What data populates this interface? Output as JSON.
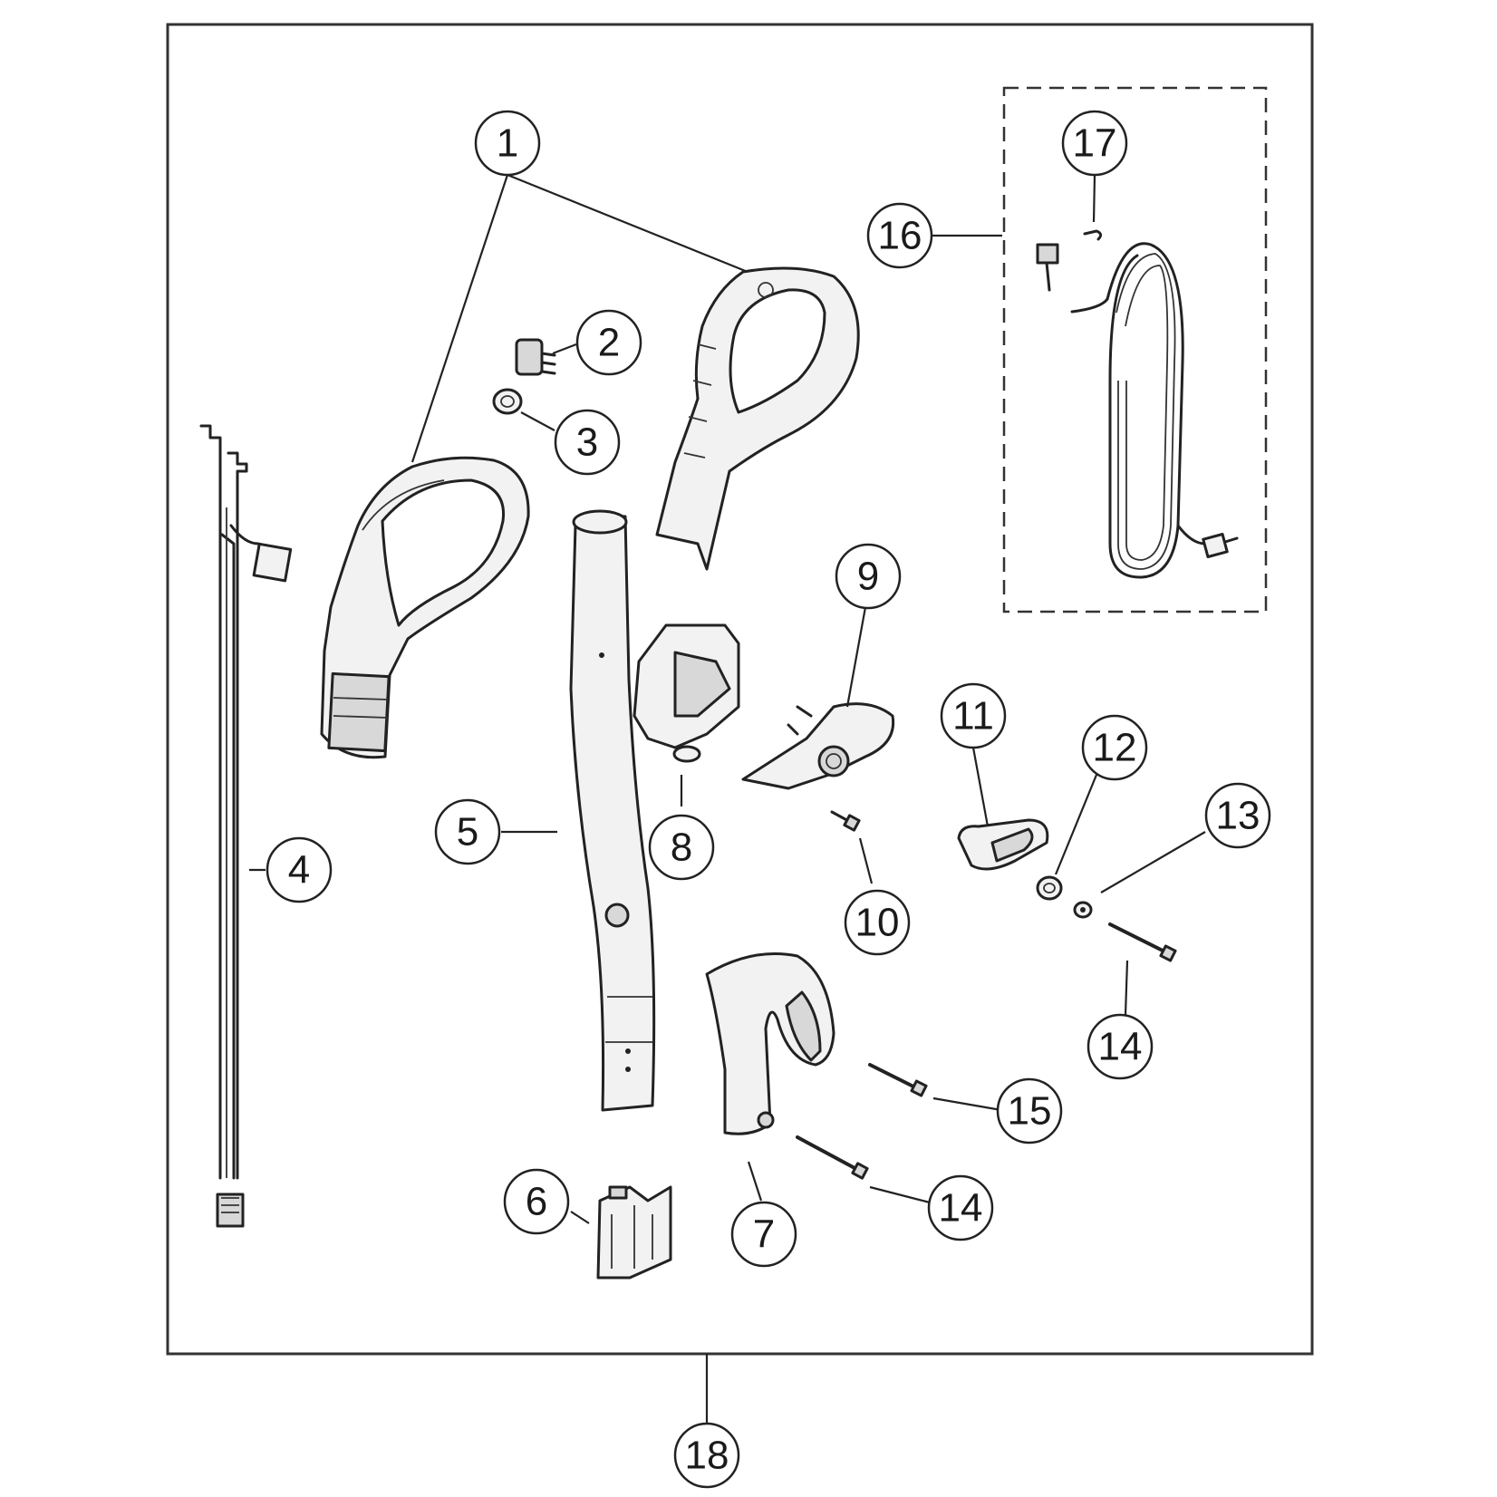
{
  "diagram": {
    "callouts": [
      "1",
      "2",
      "3",
      "4",
      "5",
      "6",
      "7",
      "8",
      "9",
      "10",
      "11",
      "12",
      "13",
      "14",
      "14",
      "15",
      "16",
      "17",
      "18"
    ]
  }
}
